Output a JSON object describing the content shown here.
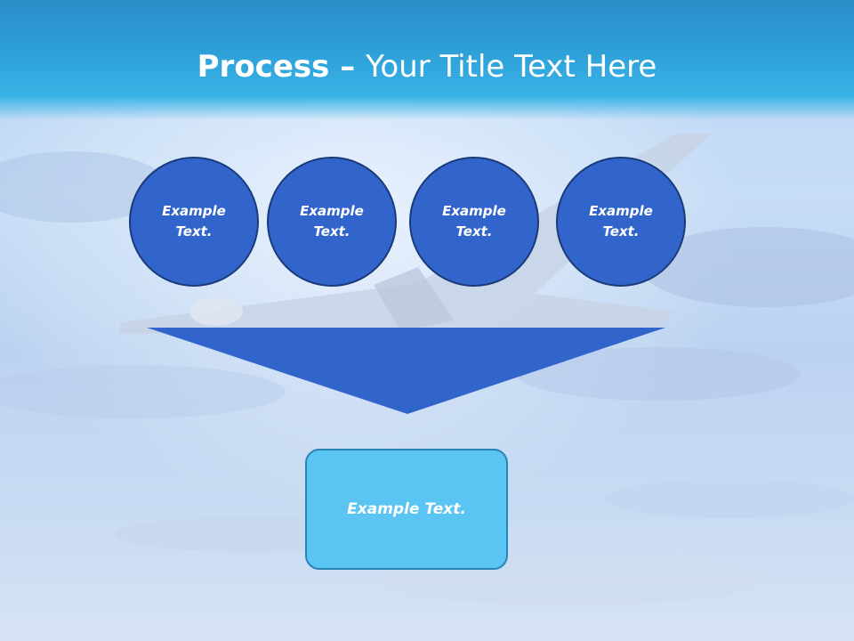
{
  "slide": {
    "title": {
      "bold": "Process",
      "separator": " – ",
      "normal": "Your Title Text Here"
    },
    "steps": [
      {
        "label": "Example Text."
      },
      {
        "label": "Example Text."
      },
      {
        "label": "Example Text."
      },
      {
        "label": "Example Text."
      }
    ],
    "result": {
      "label": "Example Text."
    }
  },
  "colors": {
    "title_band": "#2ea1d9",
    "circle_fill": "#3265cc",
    "circle_border": "#1a3a78",
    "funnel_fill": "#3265cc",
    "result_fill": "#5ac4f2",
    "result_border": "#2a86b5",
    "text": "#ffffff"
  }
}
